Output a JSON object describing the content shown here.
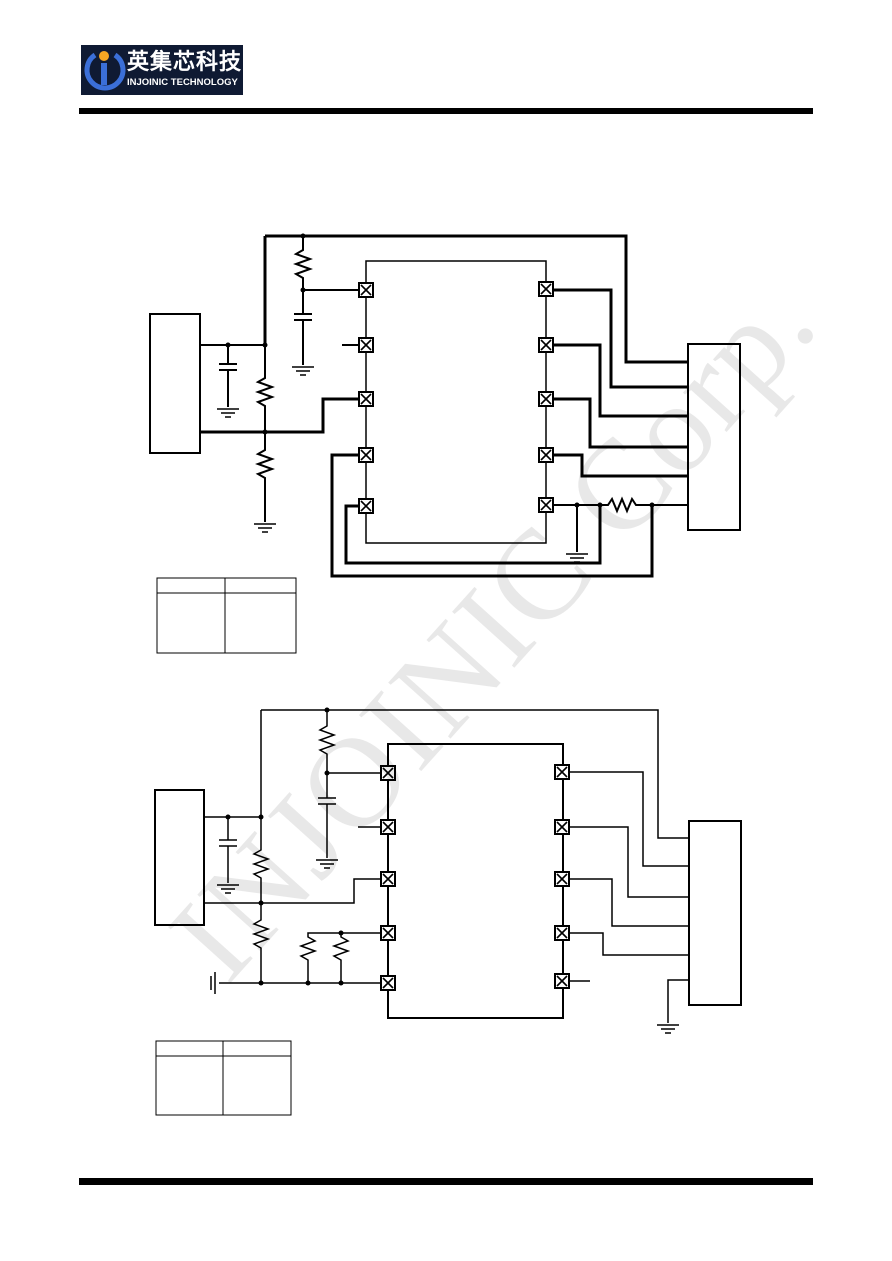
{
  "logo": {
    "cn_text": "英集芯科技",
    "en_text": "INJOINIC TECHNOLOGY",
    "colors": {
      "background": "#0f1a33",
      "ring": "#3b6fd8",
      "dot": "#f5a623"
    }
  },
  "watermark": {
    "text": "INJOINIC Corp."
  },
  "diagrams": [
    {
      "id": "circuit-1",
      "table": {
        "rows": 4,
        "cols": 2
      }
    },
    {
      "id": "circuit-2",
      "table": {
        "rows": 4,
        "cols": 2
      }
    }
  ]
}
